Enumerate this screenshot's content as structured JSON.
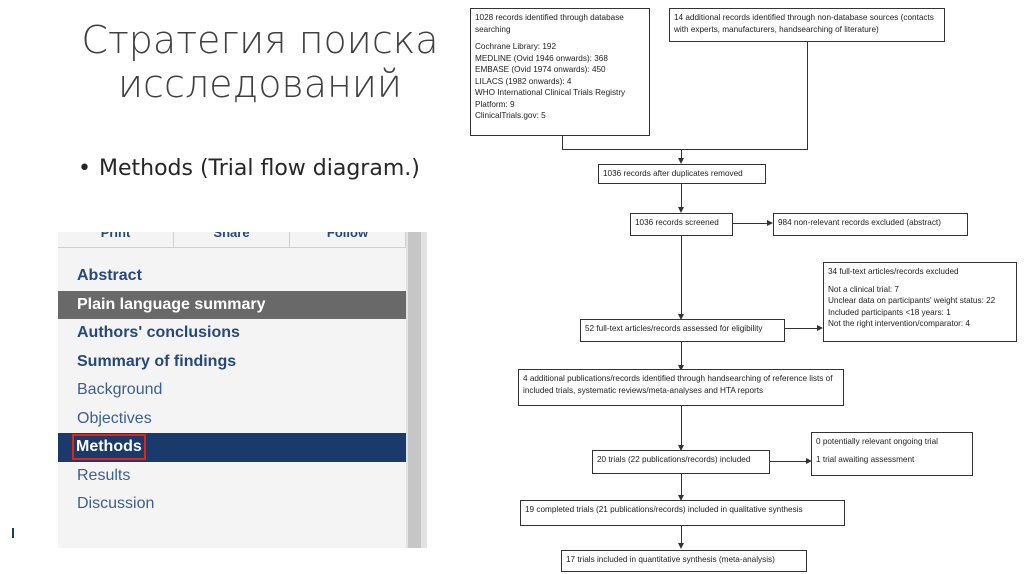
{
  "slide": {
    "title_line1": "Стратегия поиска",
    "title_line2": "исследований",
    "bullet_text": "Methods (Trial flow diagram.)"
  },
  "nav": {
    "tabs": [
      "Print",
      "Share",
      "Follow"
    ],
    "items": [
      {
        "label": "Abstract"
      },
      {
        "label": "Plain language summary"
      },
      {
        "label": "Authors' conclusions"
      },
      {
        "label": "Summary of findings"
      },
      {
        "label": "Background"
      },
      {
        "label": "Objectives"
      },
      {
        "label": "Methods"
      },
      {
        "label": "Results"
      },
      {
        "label": "Discussion"
      }
    ]
  },
  "flow": {
    "db_records": {
      "head": "1028 records identified through database searching",
      "lines": [
        "Cochrane Library: 192",
        "MEDLINE (Ovid 1946 onwards): 368",
        "EMBASE (Ovid 1974 onwards): 450",
        "LILACS (1982 onwards): 4",
        "WHO International Clinical Trials Registry Platform: 9",
        "ClinicalTrials.gov: 5"
      ]
    },
    "other_sources": "14 additional records identified through non-database sources (contacts with experts, manufacturers, handsearching of literature)",
    "after_duplicates": "1036 records after duplicates removed",
    "screened": "1036 records screened",
    "excluded_abstract": "984 non-relevant records excluded (abstract)",
    "fulltext_excluded": {
      "head": "34 full-text articles/records excluded",
      "lines": [
        "Not a clinical trial: 7",
        "Unclear data on participants' weight status: 22",
        "Included participants <18 years: 1",
        "Not the right intervention/comparator: 4"
      ]
    },
    "fulltext_assessed": "52 full-text articles/records assessed for eligibility",
    "additional_pubs": "4 additional publications/records identified through handsearching of reference lists of included trials, systematic reviews/meta-analyses and HTA reports",
    "ongoing": "0 potentially relevant ongoing trial",
    "awaiting": "1 trial awaiting assessment",
    "trials_included": "20 trials (22 publications/records) included",
    "qualitative": "19 completed trials (21 publications/records) included in qualitative synthesis",
    "quantitative": "17 trials included in quantitative synthesis (meta-analysis)"
  }
}
